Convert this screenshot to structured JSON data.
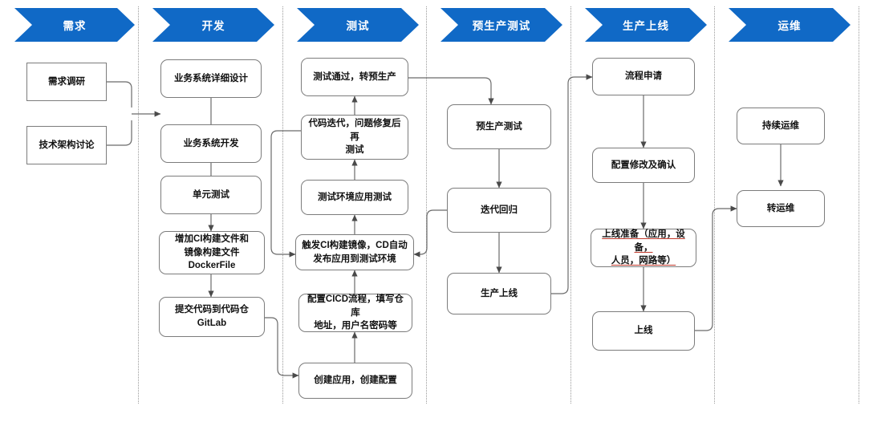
{
  "diagram": {
    "title": "DevOps 流程图",
    "accent_color": "#1069c6",
    "node_border_color": "#7c7c7c",
    "divider_color": "#9a9a9a",
    "connector_color": "#595959"
  },
  "lanes": [
    {
      "id": "lane-requirement",
      "label": "需求"
    },
    {
      "id": "lane-development",
      "label": "开发"
    },
    {
      "id": "lane-testing",
      "label": "测试"
    },
    {
      "id": "lane-pre-production-testing",
      "label": "预生产测试"
    },
    {
      "id": "lane-production-release",
      "label": "生产上线"
    },
    {
      "id": "lane-operations",
      "label": "运维"
    }
  ],
  "nodes": {
    "requirement_research": "需求调研",
    "tech_architecture_discussion": "技术架构讨论",
    "business_system_detail_design": "业务系统详细设计",
    "business_system_development": "业务系统开发",
    "unit_test": "单元测试",
    "add_ci_build_dockerfile_line1": "增加CI构建文件和",
    "add_ci_build_dockerfile_line2": "镜像构建文件DockerFile",
    "commit_code_gitlab": "提交代码到代码仓GitLab",
    "test_passed_to_pre_production": "测试通过，转预生产",
    "code_iteration_line1": "代码迭代，问题修复后再",
    "code_iteration_line2": "测试",
    "test_env_app_test": "测试环境应用测试",
    "trigger_ci_cd_line1": "触发CI构建镜像，CD自动",
    "trigger_ci_cd_line2": "发布应用到测试环境",
    "configure_cicd_line1": "配置CICD流程，填写仓库",
    "configure_cicd_line2": "地址，用户名密码等",
    "create_app_create_config": "创建应用，创建配置",
    "pre_production_test": "预生产测试",
    "iteration_regression": "迭代回归",
    "production_release": "生产上线",
    "process_application": "流程申请",
    "config_modify_confirm": "配置修改及确认",
    "release_preparation_line1": "上线准备（应用，设备，",
    "release_preparation_line2": "人员，网路等）",
    "go_live": "上线",
    "continuous_operations": "持续运维",
    "transfer_to_operations": "转运维"
  }
}
